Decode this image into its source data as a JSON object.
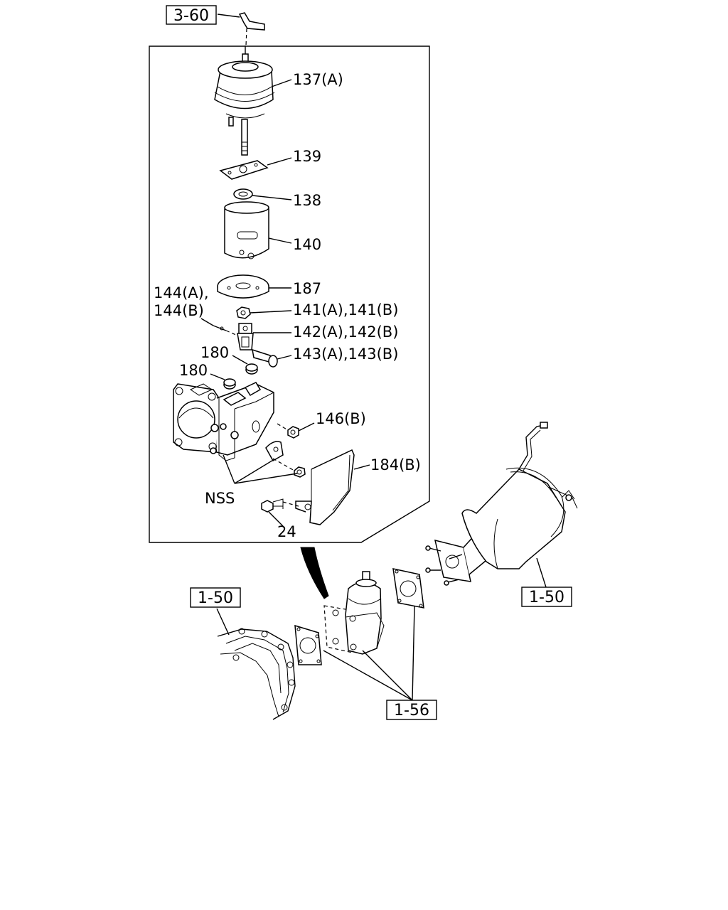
{
  "labels": {
    "p137": "137(A)",
    "p139": "139",
    "p138": "138",
    "p140": "140",
    "p187": "187",
    "p144a": "144(A),",
    "p144b": "144(B)",
    "p141": "141(A),141(B)",
    "p142": "142(A),142(B)",
    "p180a": "180",
    "p143": "143(A),143(B)",
    "p180b": "180",
    "p146": "146(B)",
    "p184": "184(B)",
    "nss": "NSS",
    "p24": "24"
  },
  "refs": {
    "r360": "3-60",
    "r150_left": "1-50",
    "r150_right": "1-50",
    "r156": "1-56"
  }
}
